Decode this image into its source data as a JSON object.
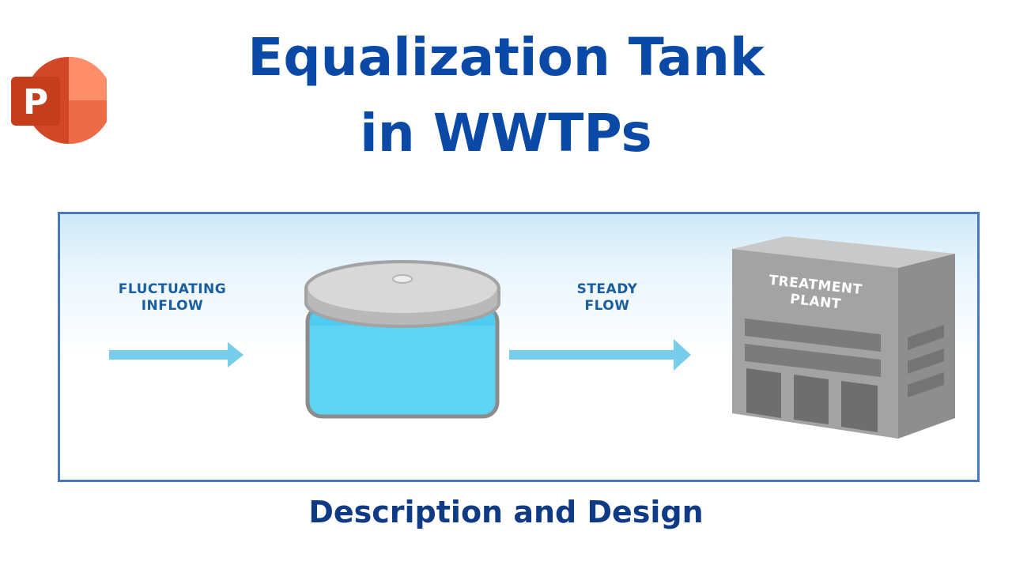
{
  "title": {
    "line1": "Equalization Tank",
    "line2": "in WWTPs"
  },
  "subtitle": "Description and Design",
  "logo": {
    "letter": "P",
    "icon": "powerpoint-icon"
  },
  "diagram": {
    "inflow_label_line1": "FLUCTUATING",
    "inflow_label_line2": "INFLOW",
    "steady_label_line1": "STEADY",
    "steady_label_line2": "FLOW",
    "plant_label_line1": "TREATMENT",
    "plant_label_line2": "PLANT"
  },
  "colors": {
    "title": "#0a4aa6",
    "subtitle": "#0e3a86",
    "frame_border": "#4a78c0",
    "arrow": "#77cdea",
    "water": "#5ed3f2",
    "label_text": "#1b5ea0"
  }
}
